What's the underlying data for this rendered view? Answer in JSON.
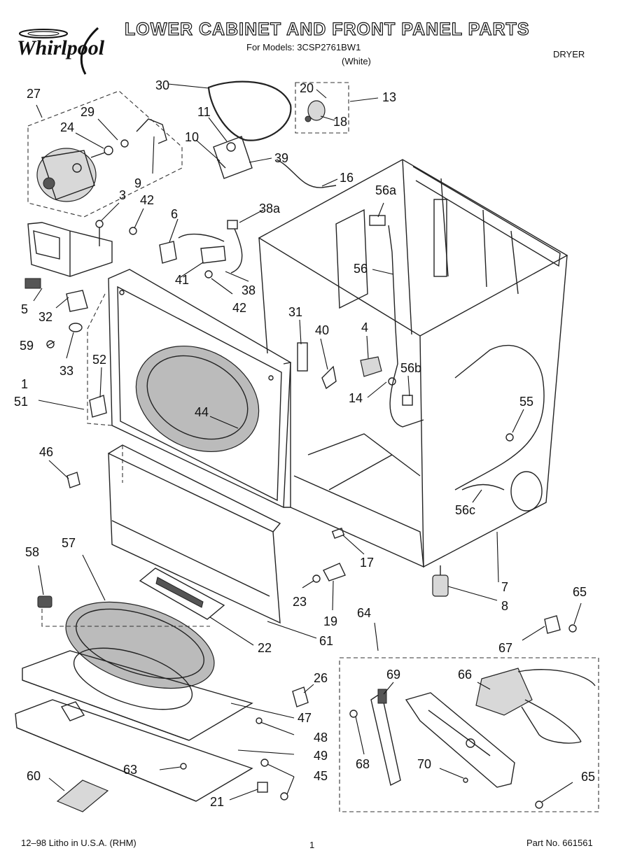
{
  "header": {
    "brand": "Whirlpool",
    "title": "LOWER CABINET AND FRONT PANEL PARTS",
    "subtitle": "For Models: 3CSP2761BW1",
    "variant": "(White)",
    "category": "DRYER"
  },
  "footer": {
    "printed": "12–98 Litho in U.S.A. (RHM)",
    "page": "1",
    "part_no": "Part No. 661561"
  },
  "callouts": {
    "c1": "1",
    "c3": "3",
    "c4": "4",
    "c5": "5",
    "c6": "6",
    "c7": "7",
    "c8": "8",
    "c9": "9",
    "c10": "10",
    "c11": "11",
    "c13": "13",
    "c14": "14",
    "c16": "16",
    "c17": "17",
    "c18": "18",
    "c19": "19",
    "c20": "20",
    "c21": "21",
    "c22": "22",
    "c23": "23",
    "c24": "24",
    "c26": "26",
    "c27": "27",
    "c29": "29",
    "c30": "30",
    "c31": "31",
    "c32": "32",
    "c33": "33",
    "c38": "38",
    "c38a": "38a",
    "c39": "39",
    "c40": "40",
    "c41": "41",
    "c42a": "42",
    "c42b": "42",
    "c44": "44",
    "c45": "45",
    "c46": "46",
    "c47": "47",
    "c48": "48",
    "c49": "49",
    "c51": "51",
    "c52": "52",
    "c55": "55",
    "c56": "56",
    "c56a": "56a",
    "c56b": "56b",
    "c56c": "56c",
    "c57": "57",
    "c58": "58",
    "c59": "59",
    "c60": "60",
    "c61": "61",
    "c63": "63",
    "c64": "64",
    "c65a": "65",
    "c65b": "65",
    "c66": "66",
    "c67": "67",
    "c68": "68",
    "c69": "69",
    "c70": "70"
  }
}
